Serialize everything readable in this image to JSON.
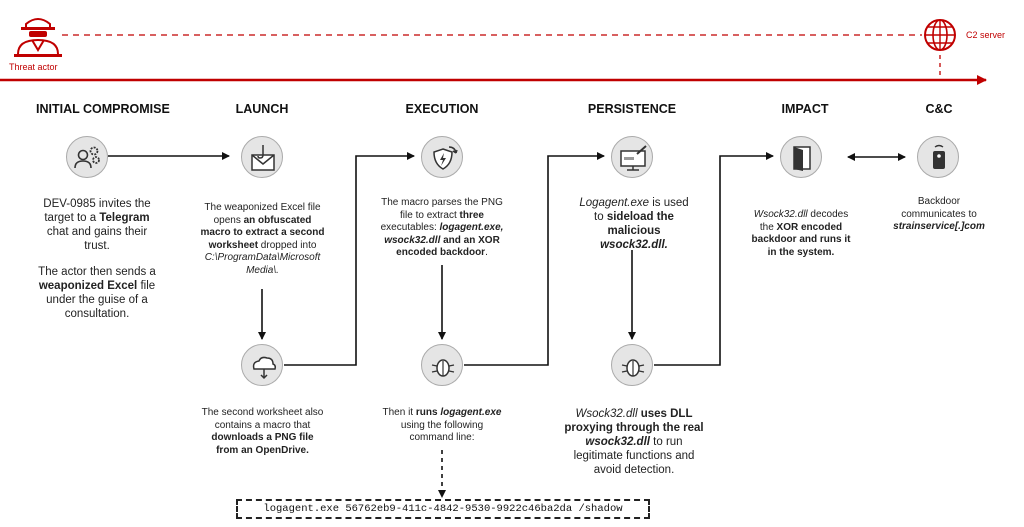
{
  "top": {
    "threat_actor_label": "Threat actor",
    "c2_label": "C2 server",
    "accent_color": "#c00000"
  },
  "stages": {
    "initial": {
      "title": "INITIAL COMPROMISE",
      "icon": "user-gears-icon"
    },
    "launch": {
      "title": "LAUNCH",
      "icon": "email-hook-icon"
    },
    "execution": {
      "title": "EXECUTION",
      "icon": "shield-bolt-icon"
    },
    "persistence": {
      "title": "PERSISTENCE",
      "icon": "monitor-injection-icon"
    },
    "impact": {
      "title": "IMPACT",
      "icon": "door-icon"
    },
    "cc": {
      "title": "C&C",
      "icon": "backdoor-device-icon"
    }
  },
  "texts": {
    "initial_p1": [
      "DEV-0985 invites the",
      "target to a ",
      "Telegram",
      "chat and gains their",
      "trust."
    ],
    "initial_p2": [
      "The actor then sends a",
      "weaponized Excel",
      " file",
      "under the guise of a",
      "consultation."
    ],
    "launch_desc": [
      "The weaponized Excel file",
      "opens ",
      "an obfuscated",
      "macro to extract a second",
      "worksheet",
      " dropped into",
      "C:\\ProgramData\\Microsoft",
      "Media\\."
    ],
    "download_desc": [
      "The second worksheet also",
      "contains a macro that",
      "downloads a PNG file",
      "from an OpenDrive."
    ],
    "execution_desc": [
      "The macro parses the PNG",
      "file to extract ",
      "three",
      "executables: ",
      "logagent.exe,",
      "wsock32.dll",
      " and an XOR",
      "encoded backdoor",
      "."
    ],
    "runs_desc": [
      "Then it ",
      "runs ",
      "logagent.exe",
      "using the following",
      "command line:"
    ],
    "persistence_desc": [
      "Logagent.exe",
      " is used",
      "to ",
      "sideload the",
      "malicious",
      "wsock32.dll."
    ],
    "proxy_desc": [
      "Wsock32.dll",
      " uses DLL",
      "proxying through the real",
      "wsock32.dll",
      " to run",
      "legitimate functions and",
      "avoid detection."
    ],
    "impact_desc": [
      "Wsock32.dll",
      " decodes",
      "the ",
      "XOR encoded",
      "backdoor and runs it",
      "in the system."
    ],
    "cc_desc": [
      "Backdoor",
      "communicates to",
      "strainservice[.]com"
    ]
  },
  "command_line": "logagent.exe 56762eb9-411c-4842-9530-9922c46ba2da /shadow"
}
